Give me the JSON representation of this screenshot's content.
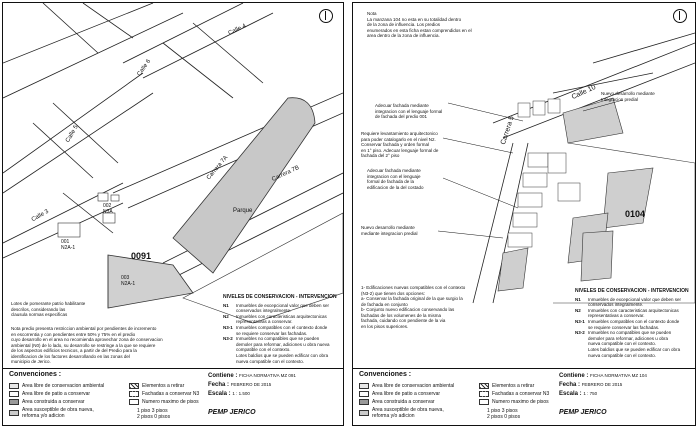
{
  "left": {
    "streets": [
      "Calle 6",
      "Calle 5",
      "Calle 4",
      "Carrera 7A",
      "Carrera 7B",
      "Calle 3"
    ],
    "parque": "Parque",
    "block_id": "0091",
    "lot_codes": [
      "003 N2A-1",
      "002 N3A",
      "001 N2A-1"
    ],
    "note_top": "Lotes de pomerante patrio habilitante\ndescrilos, considerando las\nclausula normas especificas",
    "note_bottom": "Nota predio presenta restriccion ambiental por pendientes de incremento\nen escorrentia y con pendientes entre 50% y 75% en el predio\ncuyo desarrollo en el area no recomienda aprovechar zona de conservacion\nambiental (N0) de lo lado, su desarrollo se restringe a la que se requiere\nde los aspectos edificios tecnicos, a partir de del Predio para la\nidentificacion de los factores desarrollando en las zonas del\nmunicipio de Jerico.",
    "levels": {
      "title": "NIVELES DE CONSERVACION - INTERVENCION",
      "rows": [
        {
          "k": "N1",
          "t": "Inmuebles de excepcional valor que deben ser\nconservados integralmente."
        },
        {
          "k": "N2",
          "t": "Inmuebles con caracteristicas arquitectonicas\nrepresentativas a conservar."
        },
        {
          "k": "N3-1",
          "t": "Inmuebles compatibles con el contexto donde\nse requiere conservar las fachadas."
        },
        {
          "k": "N3-2",
          "t": "Inmuebles no compatibles que se pueden\ndemoler para reformar, adiciones u obra nueva\ncompatible con el contexto."
        },
        {
          "k": "",
          "t": "Lotes baldios que se pueden edificar con obra\nnueva compatible con el contexto."
        }
      ]
    },
    "conv": {
      "title": "Convenciones :",
      "items": [
        "Area libre de conservacion ambiental",
        "Area libre de patio a conservar",
        "Area construida a conservar",
        "Area susceptible de obra nueva,\nreforma y/o adicion",
        "Elementos a retirar",
        "Fachadas a conservar N3",
        "Numero maximo de pisos"
      ],
      "pisos": "1 piso     3 pisos\n2 pisos     0 pisos"
    },
    "meta": {
      "contiene_k": "Contiene :",
      "contiene_v": "FICHA NORMATIVA MZ 091",
      "fecha_k": "Fecha :",
      "fecha_v": "FEBRERO DE 2015",
      "escala_k": "Escala :",
      "escala_v": "1 : 1.500"
    },
    "logo": "PEMP JERICO"
  },
  "right": {
    "streets": [
      "Calle 10",
      "Carrera 5"
    ],
    "block_id": "0104",
    "note": "Nota\nLa manzana 104 no esta en su totalidad dentro\nde la zona de influencia. Los predios\nenumerados en esta ficha estan comprendidos en el\narea dentro de la zona de influencia.",
    "callouts": [
      "Nuevo desarrollo mediante\nIntegracion predial",
      "Adecuar fachada mediante\nintegracion con el lenguaje formal\nde fachada del predio 001",
      "Requiere levantamiento arquitectonico\npara poder catalogarlo en el nivel N2.\nConservar fachada y orden formal\nen 1° piso. Adecuar lenguaje formal de\nfachada del 2° piso",
      "Adecuar fachada mediante\nintegracion con el lenguaje\nformal de fachada de la\nedificacion de la del costado",
      "Nuevo desarrollo mediante\nmediante integracion predial"
    ],
    "levels": {
      "title": "NIVELES DE CONSERVACION - INTERVENCION",
      "rows": [
        {
          "k": "N1",
          "t": "Inmuebles de excepcional valor que deben ser\nconservados integralmente."
        },
        {
          "k": "N2",
          "t": "Inmuebles con caracteristicas arquitectonicas\nrepresentativas a conservar."
        },
        {
          "k": "N3-1",
          "t": "Inmuebles compatibles con el contexto donde\nse requiere conservar las fachadas."
        },
        {
          "k": "N3-2",
          "t": "Inmuebles no compatibles que se pueden\ndemoler para reformar, adiciones u obra\nnueva compatible con el contexto."
        },
        {
          "k": "",
          "t": "Lotes baldios que se pueden edificar con obra\nnueva compatible con el contexto."
        }
      ]
    },
    "notes_extra": "1- Edificaciones nuevas compatibles con el contexto\n(N3-2) que tienen dos opciones:\na- Conservar la fachada original de la que surgio la\nde fachada en conjunto\nb- Conjunto nuevo edificacion conservando las\nfachadas de los volumenes de la misma\nfachada, cuidando con pendiente de la via\nen los pisos superiores.",
    "conv": {
      "title": "Convenciones :",
      "items": [
        "Area libre de conservacion ambiental",
        "Area libre de patio a conservar",
        "Area construida a conservar",
        "Area susceptible de obra nueva,\nreforma y/o adicion",
        "Elementos a retirar",
        "Fachadas a conservar N3",
        "Numero maximo de pisos"
      ],
      "pisos": "1 piso     3 pisos\n2 pisos     0 pisos"
    },
    "meta": {
      "contiene_k": "Contiene :",
      "contiene_v": "FICHA NORMATIVA MZ 104",
      "fecha_k": "Fecha :",
      "fecha_v": "FEBRERO DE 2015",
      "escala_k": "Escala :",
      "escala_v": "1 : 750"
    },
    "logo": "PEMP JERICO"
  }
}
